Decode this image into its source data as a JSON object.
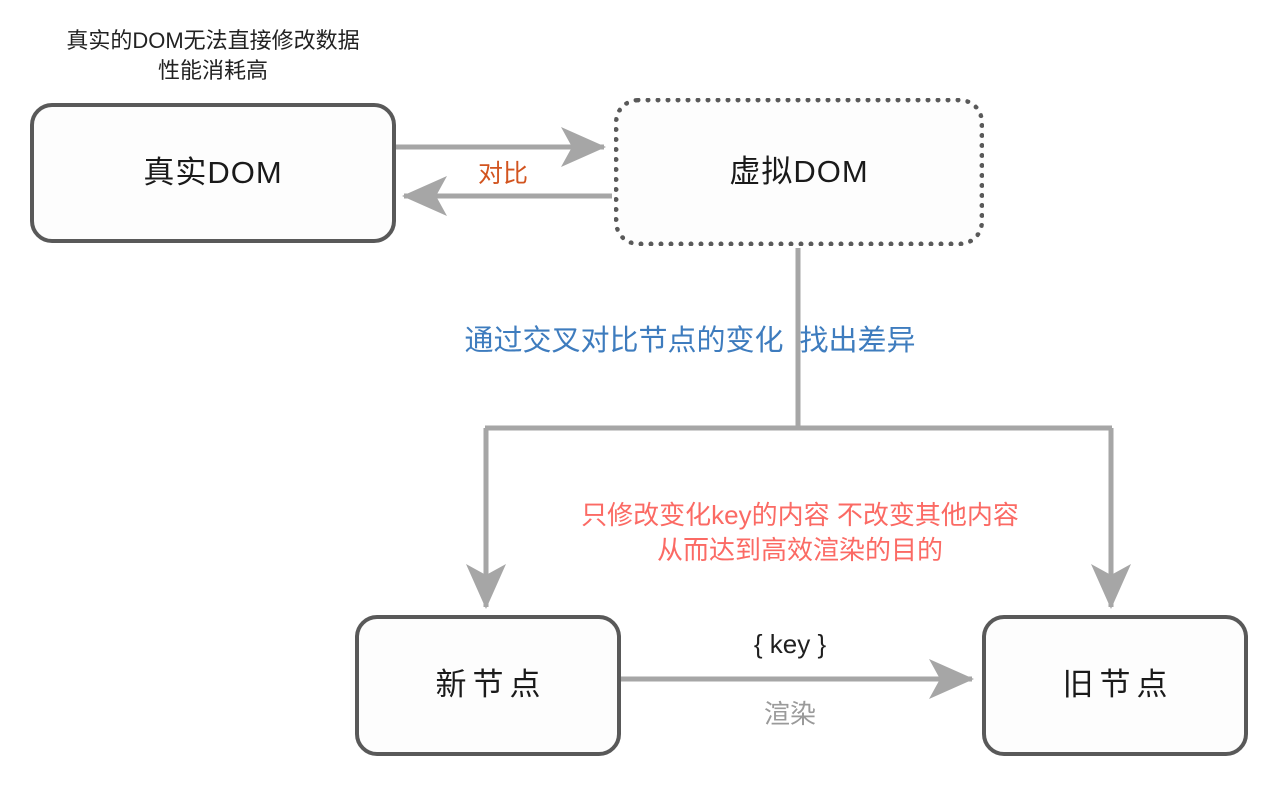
{
  "diagram": {
    "title_note": "真实的DOM无法直接修改数据\n性能消耗高",
    "colors": {
      "box_border": "#595959",
      "connector": "#a6a6a6",
      "compare_label": "#d2541f",
      "diff_label": "#3e7cbe",
      "key_note_label": "#fb6a64",
      "render_label": "#9a9a9a",
      "text": "#1a1a1a",
      "background": "#ffffff"
    },
    "nodes": {
      "real_dom": "真实DOM",
      "virtual_dom": "虚拟DOM",
      "new_node": "新节点",
      "old_node": "旧节点"
    },
    "edge_labels": {
      "compare": "对比",
      "diff": "通过交叉对比节点的变化  找出差异",
      "key_note": "只修改变化key的内容 不改变其他内容\n从而达到高效渲染的目的",
      "key": "{ key }",
      "render": "渲染"
    }
  }
}
